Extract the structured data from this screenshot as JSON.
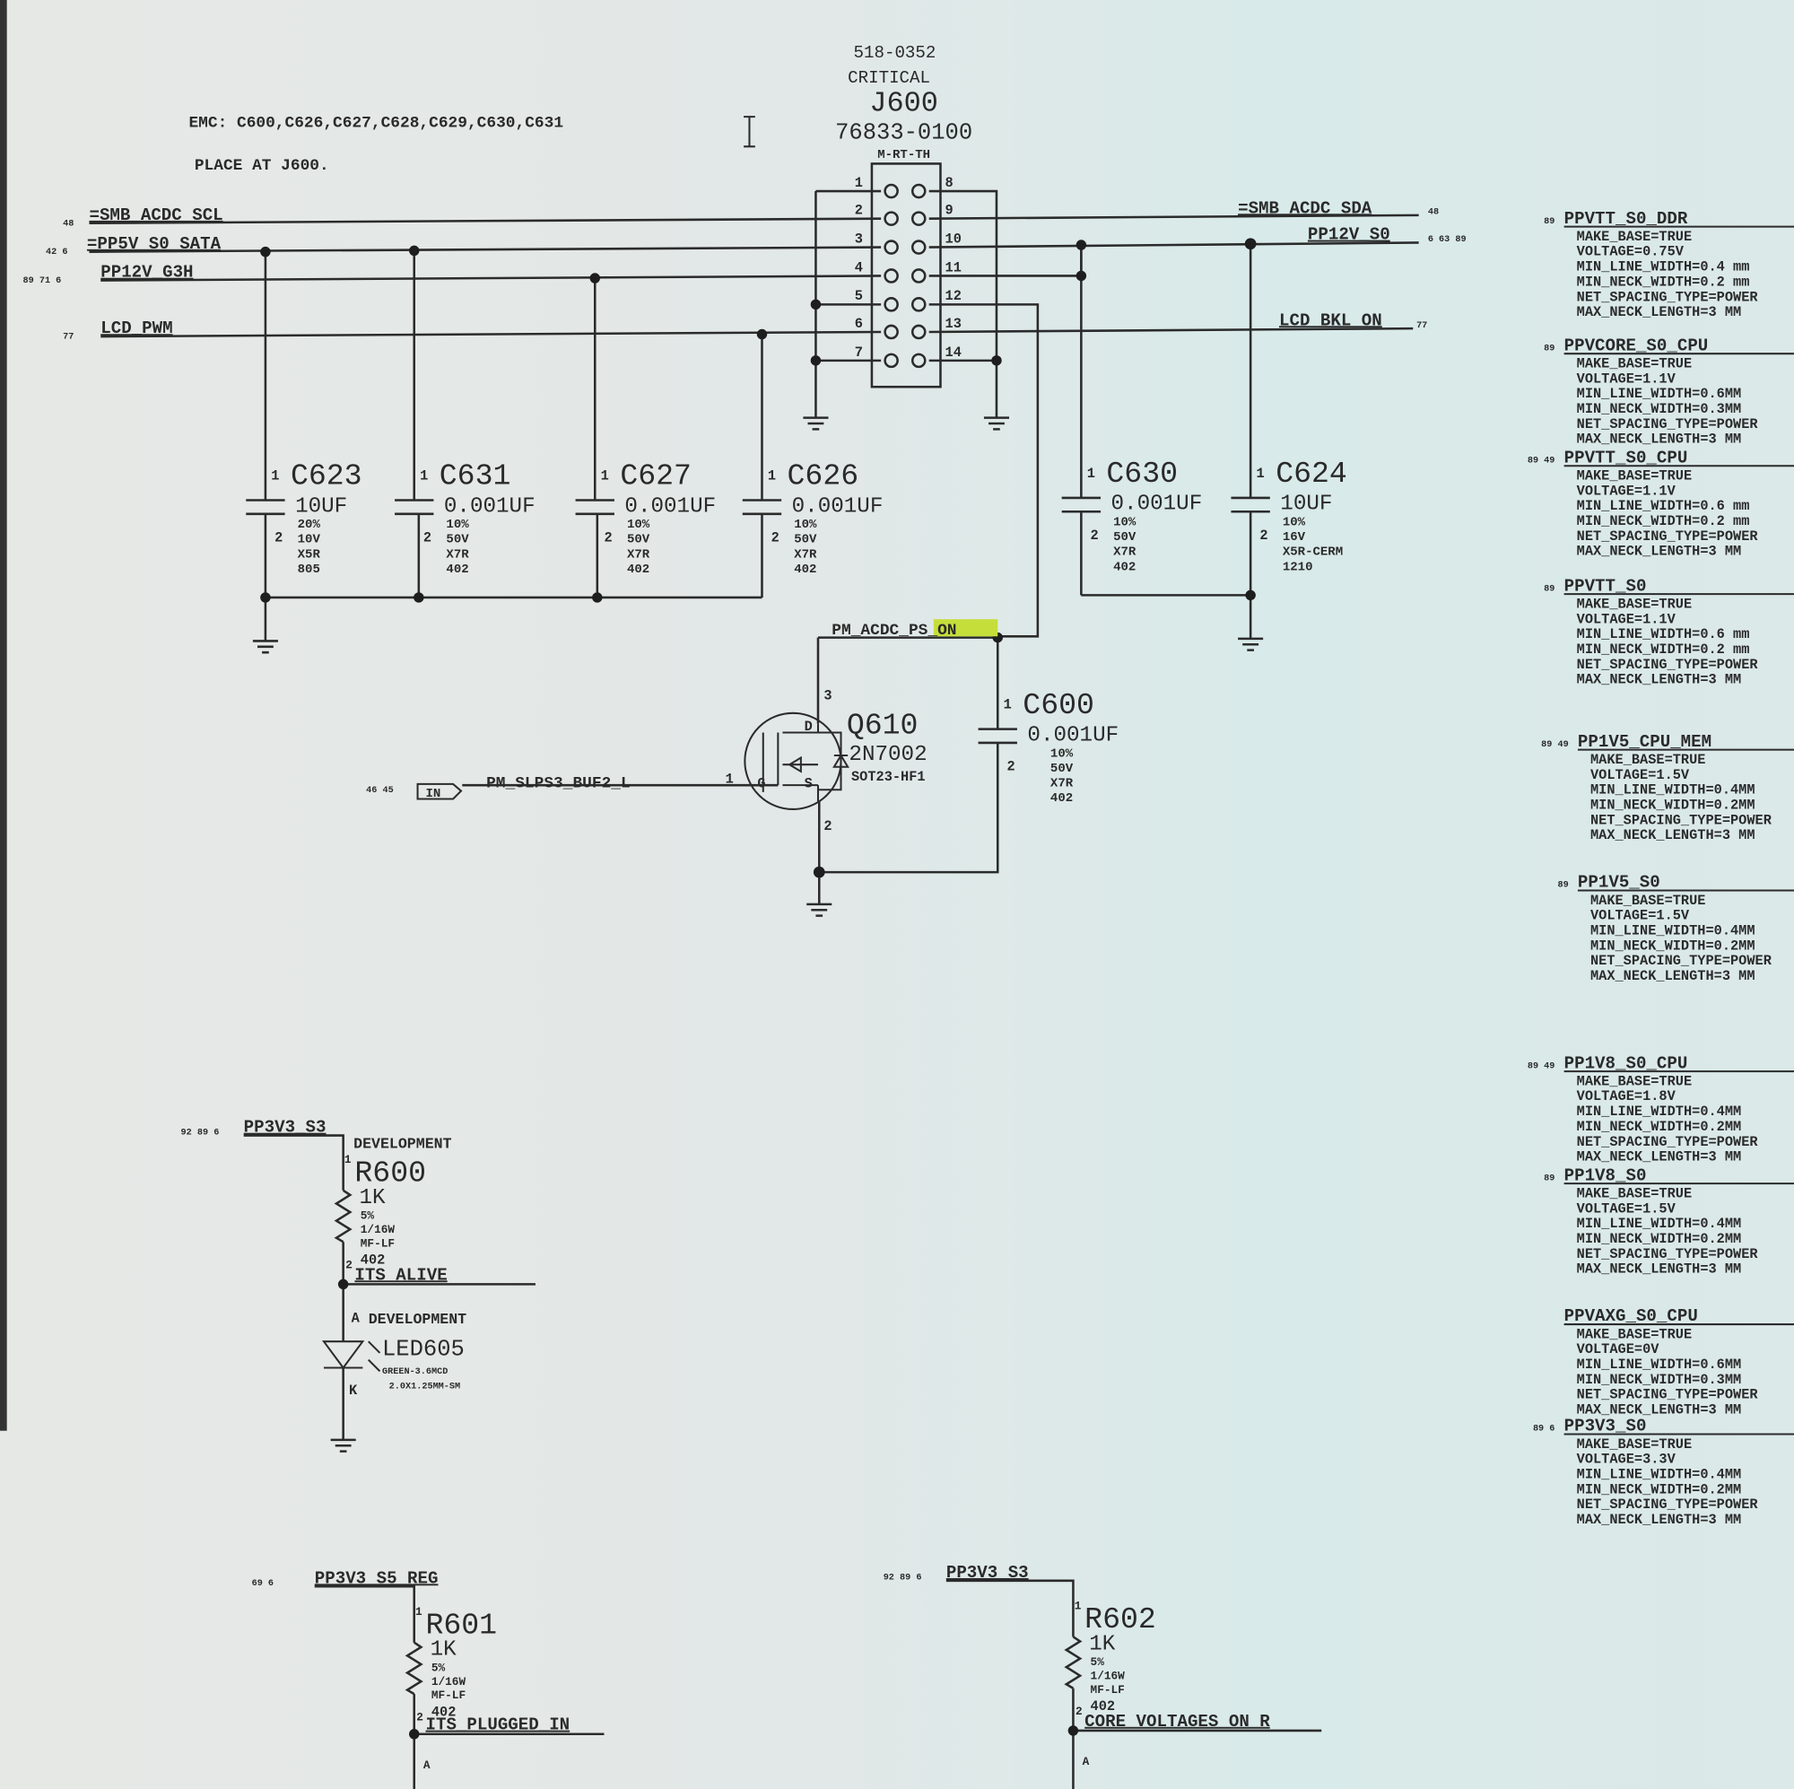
{
  "notes": {
    "emc": "EMC: C600,C626,C627,C628,C629,C630,C631",
    "place": "PLACE AT J600."
  },
  "connector": {
    "part_no": "518-0352",
    "critical": "CRITICAL",
    "refdes": "J600",
    "model": "76833-0100",
    "footprint": "M-RT-TH",
    "left_pins": [
      "1",
      "2",
      "3",
      "4",
      "5",
      "6",
      "7"
    ],
    "right_pins": [
      "8",
      "9",
      "10",
      "11",
      "12",
      "13",
      "14"
    ]
  },
  "left_nets": [
    {
      "name": "=SMB_ACDC_SCL",
      "refs": "48"
    },
    {
      "name": "=PP5V_S0_SATA",
      "refs": "42 6"
    },
    {
      "name": "PP12V_G3H",
      "refs": "89 71 6"
    },
    {
      "name": "LCD_PWM",
      "refs": "77"
    }
  ],
  "right_nets": [
    {
      "name": "=SMB_ACDC_SDA",
      "refs": "48"
    },
    {
      "name": "PP12V_S0",
      "refs": "6 63 89"
    },
    {
      "name": "LCD_BKL_ON",
      "refs": "77"
    }
  ],
  "capacitors": [
    {
      "refdes": "C623",
      "value": "10UF",
      "specs": [
        "20%",
        "10V",
        "X5R",
        "805"
      ],
      "pin1": "1",
      "pin2": "2"
    },
    {
      "refdes": "C631",
      "value": "0.001UF",
      "specs": [
        "10%",
        "50V",
        "X7R",
        "402"
      ],
      "pin1": "1",
      "pin2": "2"
    },
    {
      "refdes": "C627",
      "value": "0.001UF",
      "specs": [
        "10%",
        "50V",
        "X7R",
        "402"
      ],
      "pin1": "1",
      "pin2": "2"
    },
    {
      "refdes": "C626",
      "value": "0.001UF",
      "specs": [
        "10%",
        "50V",
        "X7R",
        "402"
      ],
      "pin1": "1",
      "pin2": "2"
    },
    {
      "refdes": "C630",
      "value": "0.001UF",
      "specs": [
        "10%",
        "50V",
        "X7R",
        "402"
      ],
      "pin1": "1",
      "pin2": "2"
    },
    {
      "refdes": "C624",
      "value": "10UF",
      "specs": [
        "10%",
        "16V",
        "X5R-CERM",
        "1210"
      ],
      "pin1": "1",
      "pin2": "2"
    },
    {
      "refdes": "C600",
      "value": "0.001UF",
      "specs": [
        "10%",
        "50V",
        "X7R",
        "402"
      ],
      "pin1": "1",
      "pin2": "2"
    }
  ],
  "ps_on_net": {
    "prefix": "PM_ACDC_",
    "highlight": "PS_ON",
    "highlight_color": "#c6de3a"
  },
  "mosfet": {
    "refdes": "Q610",
    "part": "2N7002",
    "package": "SOT23-HF1",
    "gate": "G",
    "drain": "D",
    "source": "S",
    "pin_gate": "1",
    "pin_drain": "3",
    "pin_source": "2",
    "input_net": "PM_SLPS3_BUF2_L",
    "input_refs": "46 45",
    "input_flag": "IN"
  },
  "resistors": [
    {
      "net": "PP3V3_S3",
      "refs": "92 89 6",
      "note": "DEVELOPMENT",
      "refdes": "R600",
      "value": "1K",
      "specs": [
        "5%",
        "1/16W",
        "MF-LF"
      ],
      "pkg": "402",
      "pin1": "1",
      "pin2": "2",
      "out_net": "ITS_ALIVE"
    },
    {
      "net": "PP3V3_S5_REG",
      "refs": "69 6",
      "refdes": "R601",
      "value": "1K",
      "specs": [
        "5%",
        "1/16W",
        "MF-LF"
      ],
      "pkg": "402",
      "pin1": "1",
      "pin2": "2",
      "out_net": "ITS_PLUGGED_IN",
      "anode": "A"
    },
    {
      "net": "PP3V3_S3",
      "refs": "92 89 6",
      "refdes": "R602",
      "value": "1K",
      "specs": [
        "5%",
        "1/16W",
        "MF-LF"
      ],
      "pkg": "402",
      "pin1": "1",
      "pin2": "2",
      "out_net": "CORE_VOLTAGES_ON_R",
      "anode": "A"
    }
  ],
  "led": {
    "note": "DEVELOPMENT",
    "refdes": "LED605",
    "spec1": "GREEN-3.6MCD",
    "spec2": "2.0X1.25MM-SM",
    "anode": "A",
    "cathode": "K"
  },
  "net_properties": [
    {
      "name": "PPVTT_S0_DDR",
      "refs": "89",
      "props": [
        "MAKE_BASE=TRUE",
        "VOLTAGE=0.75V",
        "MIN_LINE_WIDTH=0.4 mm",
        "MIN_NECK_WIDTH=0.2 mm",
        "NET_SPACING_TYPE=POWER",
        "MAX_NECK_LENGTH=3 MM"
      ]
    },
    {
      "name": "PPVCORE_S0_CPU",
      "refs": "89",
      "props": [
        "MAKE_BASE=TRUE",
        "VOLTAGE=1.1V",
        "MIN_LINE_WIDTH=0.6MM",
        "MIN_NECK_WIDTH=0.3MM",
        "NET_SPACING_TYPE=POWER",
        "MAX_NECK_LENGTH=3 MM"
      ]
    },
    {
      "name": "PPVTT_S0_CPU",
      "refs": "89 49",
      "props": [
        "MAKE_BASE=TRUE",
        "VOLTAGE=1.1V",
        "MIN_LINE_WIDTH=0.6 mm",
        "MIN_NECK_WIDTH=0.2 mm",
        "NET_SPACING_TYPE=POWER",
        "MAX_NECK_LENGTH=3 MM"
      ]
    },
    {
      "name": "PPVTT_S0",
      "refs": "89",
      "props": [
        "MAKE_BASE=TRUE",
        "VOLTAGE=1.1V",
        "MIN_LINE_WIDTH=0.6 mm",
        "MIN_NECK_WIDTH=0.2 mm",
        "NET_SPACING_TYPE=POWER",
        "MAX_NECK_LENGTH=3 MM"
      ]
    },
    {
      "name": "PP1V5_CPU_MEM",
      "refs": "89 49",
      "props": [
        "MAKE_BASE=TRUE",
        "VOLTAGE=1.5V",
        "MIN_LINE_WIDTH=0.4MM",
        "MIN_NECK_WIDTH=0.2MM",
        "NET_SPACING_TYPE=POWER",
        "MAX_NECK_LENGTH=3 MM"
      ]
    },
    {
      "name": "PP1V5_S0",
      "refs": "89",
      "props": [
        "MAKE_BASE=TRUE",
        "VOLTAGE=1.5V",
        "MIN_LINE_WIDTH=0.4MM",
        "MIN_NECK_WIDTH=0.2MM",
        "NET_SPACING_TYPE=POWER",
        "MAX_NECK_LENGTH=3 MM"
      ]
    },
    {
      "name": "PP1V8_S0_CPU",
      "refs": "89 49",
      "props": [
        "MAKE_BASE=TRUE",
        "VOLTAGE=1.8V",
        "MIN_LINE_WIDTH=0.4MM",
        "MIN_NECK_WIDTH=0.2MM",
        "NET_SPACING_TYPE=POWER",
        "MAX_NECK_LENGTH=3 MM"
      ]
    },
    {
      "name": "PP1V8_S0",
      "refs": "89",
      "props": [
        "MAKE_BASE=TRUE",
        "VOLTAGE=1.5V",
        "MIN_LINE_WIDTH=0.4MM",
        "MIN_NECK_WIDTH=0.2MM",
        "NET_SPACING_TYPE=POWER",
        "MAX_NECK_LENGTH=3 MM"
      ]
    },
    {
      "name": "PPVAXG_S0_CPU",
      "refs": "",
      "props": [
        "MAKE_BASE=TRUE",
        "VOLTAGE=0V",
        "MIN_LINE_WIDTH=0.6MM",
        "MIN_NECK_WIDTH=0.3MM",
        "NET_SPACING_TYPE=POWER",
        "MAX_NECK_LENGTH=3 MM"
      ]
    },
    {
      "name": "PP3V3_S0",
      "refs": "89 6",
      "props": [
        "MAKE_BASE=TRUE",
        "VOLTAGE=3.3V",
        "MIN_LINE_WIDTH=0.4MM",
        "MIN_NECK_WIDTH=0.2MM",
        "NET_SPACING_TYPE=POWER",
        "MAX_NECK_LENGTH=3 MM"
      ]
    }
  ]
}
